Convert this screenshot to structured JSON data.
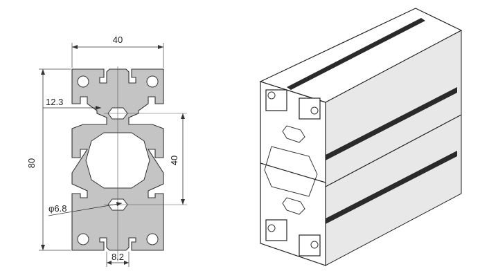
{
  "dimensions": {
    "width": "40",
    "height": "80",
    "slot_offset": "12.3",
    "center_spacing": "40",
    "hole_diameter": "φ6.8",
    "slot_width": "8.2"
  },
  "colors": {
    "profile_fill": "#c4c4c4",
    "line": "#333333"
  }
}
